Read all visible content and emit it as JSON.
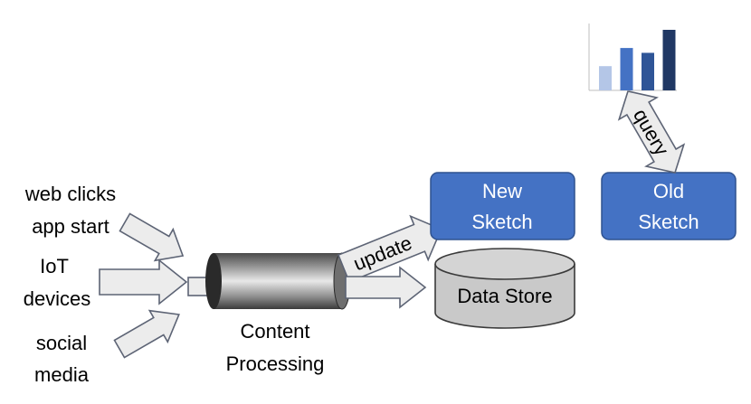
{
  "sources": {
    "web_clicks": "web clicks",
    "app_start": "app start",
    "iot_line1": "IoT",
    "iot_line2": "devices",
    "social_line1": "social",
    "social_line2": "media"
  },
  "processing": {
    "line1": "Content",
    "line2": "Processing"
  },
  "update_label": "update",
  "query_label": "query",
  "new_sketch": {
    "line1": "New",
    "line2": "Sketch"
  },
  "old_sketch": {
    "line1": "Old",
    "line2": "Sketch"
  },
  "data_store": {
    "label": "Data Store"
  },
  "mini_chart": {
    "values": [
      0.4,
      0.7,
      0.62,
      1.0
    ],
    "colors": [
      "#b4c6e7",
      "#4472c4",
      "#2f5597",
      "#203864"
    ]
  },
  "colors": {
    "box_fill": "#4472c4",
    "box_stroke": "#2f528f",
    "arrow_fill": "#ececec",
    "arrow_stroke": "#5d6475",
    "cylinder_fill": "#c9c9c9"
  }
}
